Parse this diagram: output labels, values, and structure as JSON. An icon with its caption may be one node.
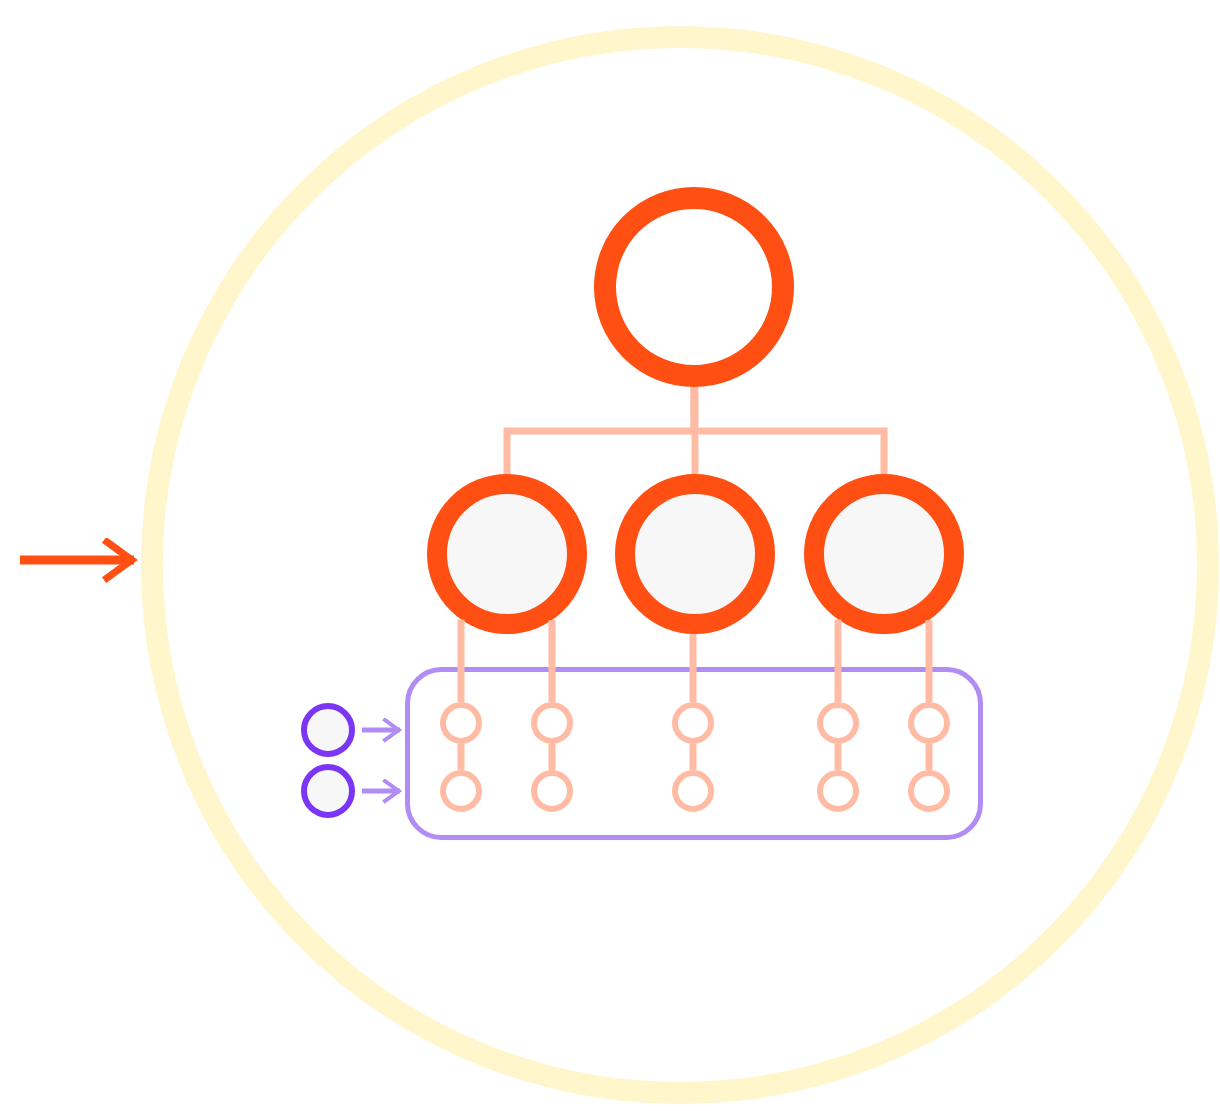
{
  "diagram": {
    "nodes": [
      {
        "text": [],
        "shape": "circle"
      },
      {
        "text": [],
        "shape": "circle",
        "in": 0
      },
      {
        "text": [],
        "shape": "circle",
        "in": 0
      },
      {
        "text": [],
        "shape": "circle",
        "in": 0
      },
      {
        "text": [],
        "shape": "circle",
        "in": 0
      },
      {
        "text": [],
        "shape": "circle",
        "in": 0
      },
      {
        "text": [],
        "shape": "circle",
        "in": 0
      },
      {
        "text": [],
        "shape": "box",
        "in": 0
      },
      {
        "text": [],
        "shape": "circle",
        "in": 7
      },
      {
        "text": [],
        "shape": "circle",
        "in": 7
      },
      {
        "text": [],
        "shape": "circle",
        "in": 7
      },
      {
        "text": [],
        "shape": "circle",
        "in": 7
      },
      {
        "text": [],
        "shape": "circle",
        "in": 7
      },
      {
        "text": [],
        "shape": "circle",
        "in": 7
      },
      {
        "text": [],
        "shape": "circle",
        "in": 7
      },
      {
        "text": [],
        "shape": "circle",
        "in": 7
      },
      {
        "text": [],
        "shape": "circle",
        "in": 7
      },
      {
        "text": [],
        "shape": "circle",
        "in": 7
      }
    ],
    "edges": [
      {
        "from": null,
        "to": 0,
        "arrow": "to",
        "color": "#ff4f12"
      },
      {
        "from": 1,
        "to": 2,
        "arrow": "none"
      },
      {
        "from": 1,
        "to": 3,
        "arrow": "none"
      },
      {
        "from": 1,
        "to": 4,
        "arrow": "none"
      },
      {
        "from": 2,
        "to": 8,
        "arrow": "none"
      },
      {
        "from": 2,
        "to": 9,
        "arrow": "none"
      },
      {
        "from": 3,
        "to": 10,
        "arrow": "none"
      },
      {
        "from": 4,
        "to": 11,
        "arrow": "none"
      },
      {
        "from": 4,
        "to": 12,
        "arrow": "none"
      },
      {
        "from": 8,
        "to": 13,
        "arrow": "none"
      },
      {
        "from": 9,
        "to": 14,
        "arrow": "none"
      },
      {
        "from": 10,
        "to": 15,
        "arrow": "none"
      },
      {
        "from": 11,
        "to": 16,
        "arrow": "none"
      },
      {
        "from": 12,
        "to": 17,
        "arrow": "none"
      },
      {
        "from": 5,
        "to": 7,
        "arrow": "to",
        "color": "#b18cf5"
      },
      {
        "from": 6,
        "to": 7,
        "arrow": "to",
        "color": "#b18cf5"
      }
    ]
  }
}
